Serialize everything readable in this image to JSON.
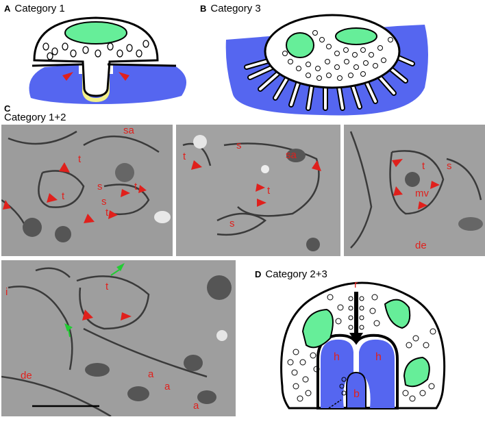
{
  "panels": {
    "a": {
      "letter": "A",
      "title": "Category 1"
    },
    "b": {
      "letter": "B",
      "title": "Category 3"
    },
    "c": {
      "letter": "C",
      "title": "Category 1+2",
      "micrograph1": {
        "labels": [
          "sa",
          "t",
          "s",
          "t",
          "s",
          "t",
          "t"
        ]
      },
      "micrograph2": {
        "labels": [
          "t",
          "s",
          "sa",
          "t",
          "s"
        ]
      },
      "micrograph3": {
        "labels": [
          "t",
          "s",
          "mv",
          "de"
        ]
      },
      "micrograph4": {
        "labels": [
          "i",
          "t",
          "de",
          "a",
          "a",
          "a"
        ]
      }
    },
    "d": {
      "letter": "D",
      "title": "Category 2+3",
      "labels": [
        "r",
        "h",
        "h",
        "b"
      ]
    }
  },
  "colors": {
    "postsynaptic_blue": "#5566f0",
    "mitochondria_green": "#66ee99",
    "label_red": "#e0201c",
    "arrow_green": "#22cc33",
    "membrane_yellow": "#f2f08a"
  }
}
